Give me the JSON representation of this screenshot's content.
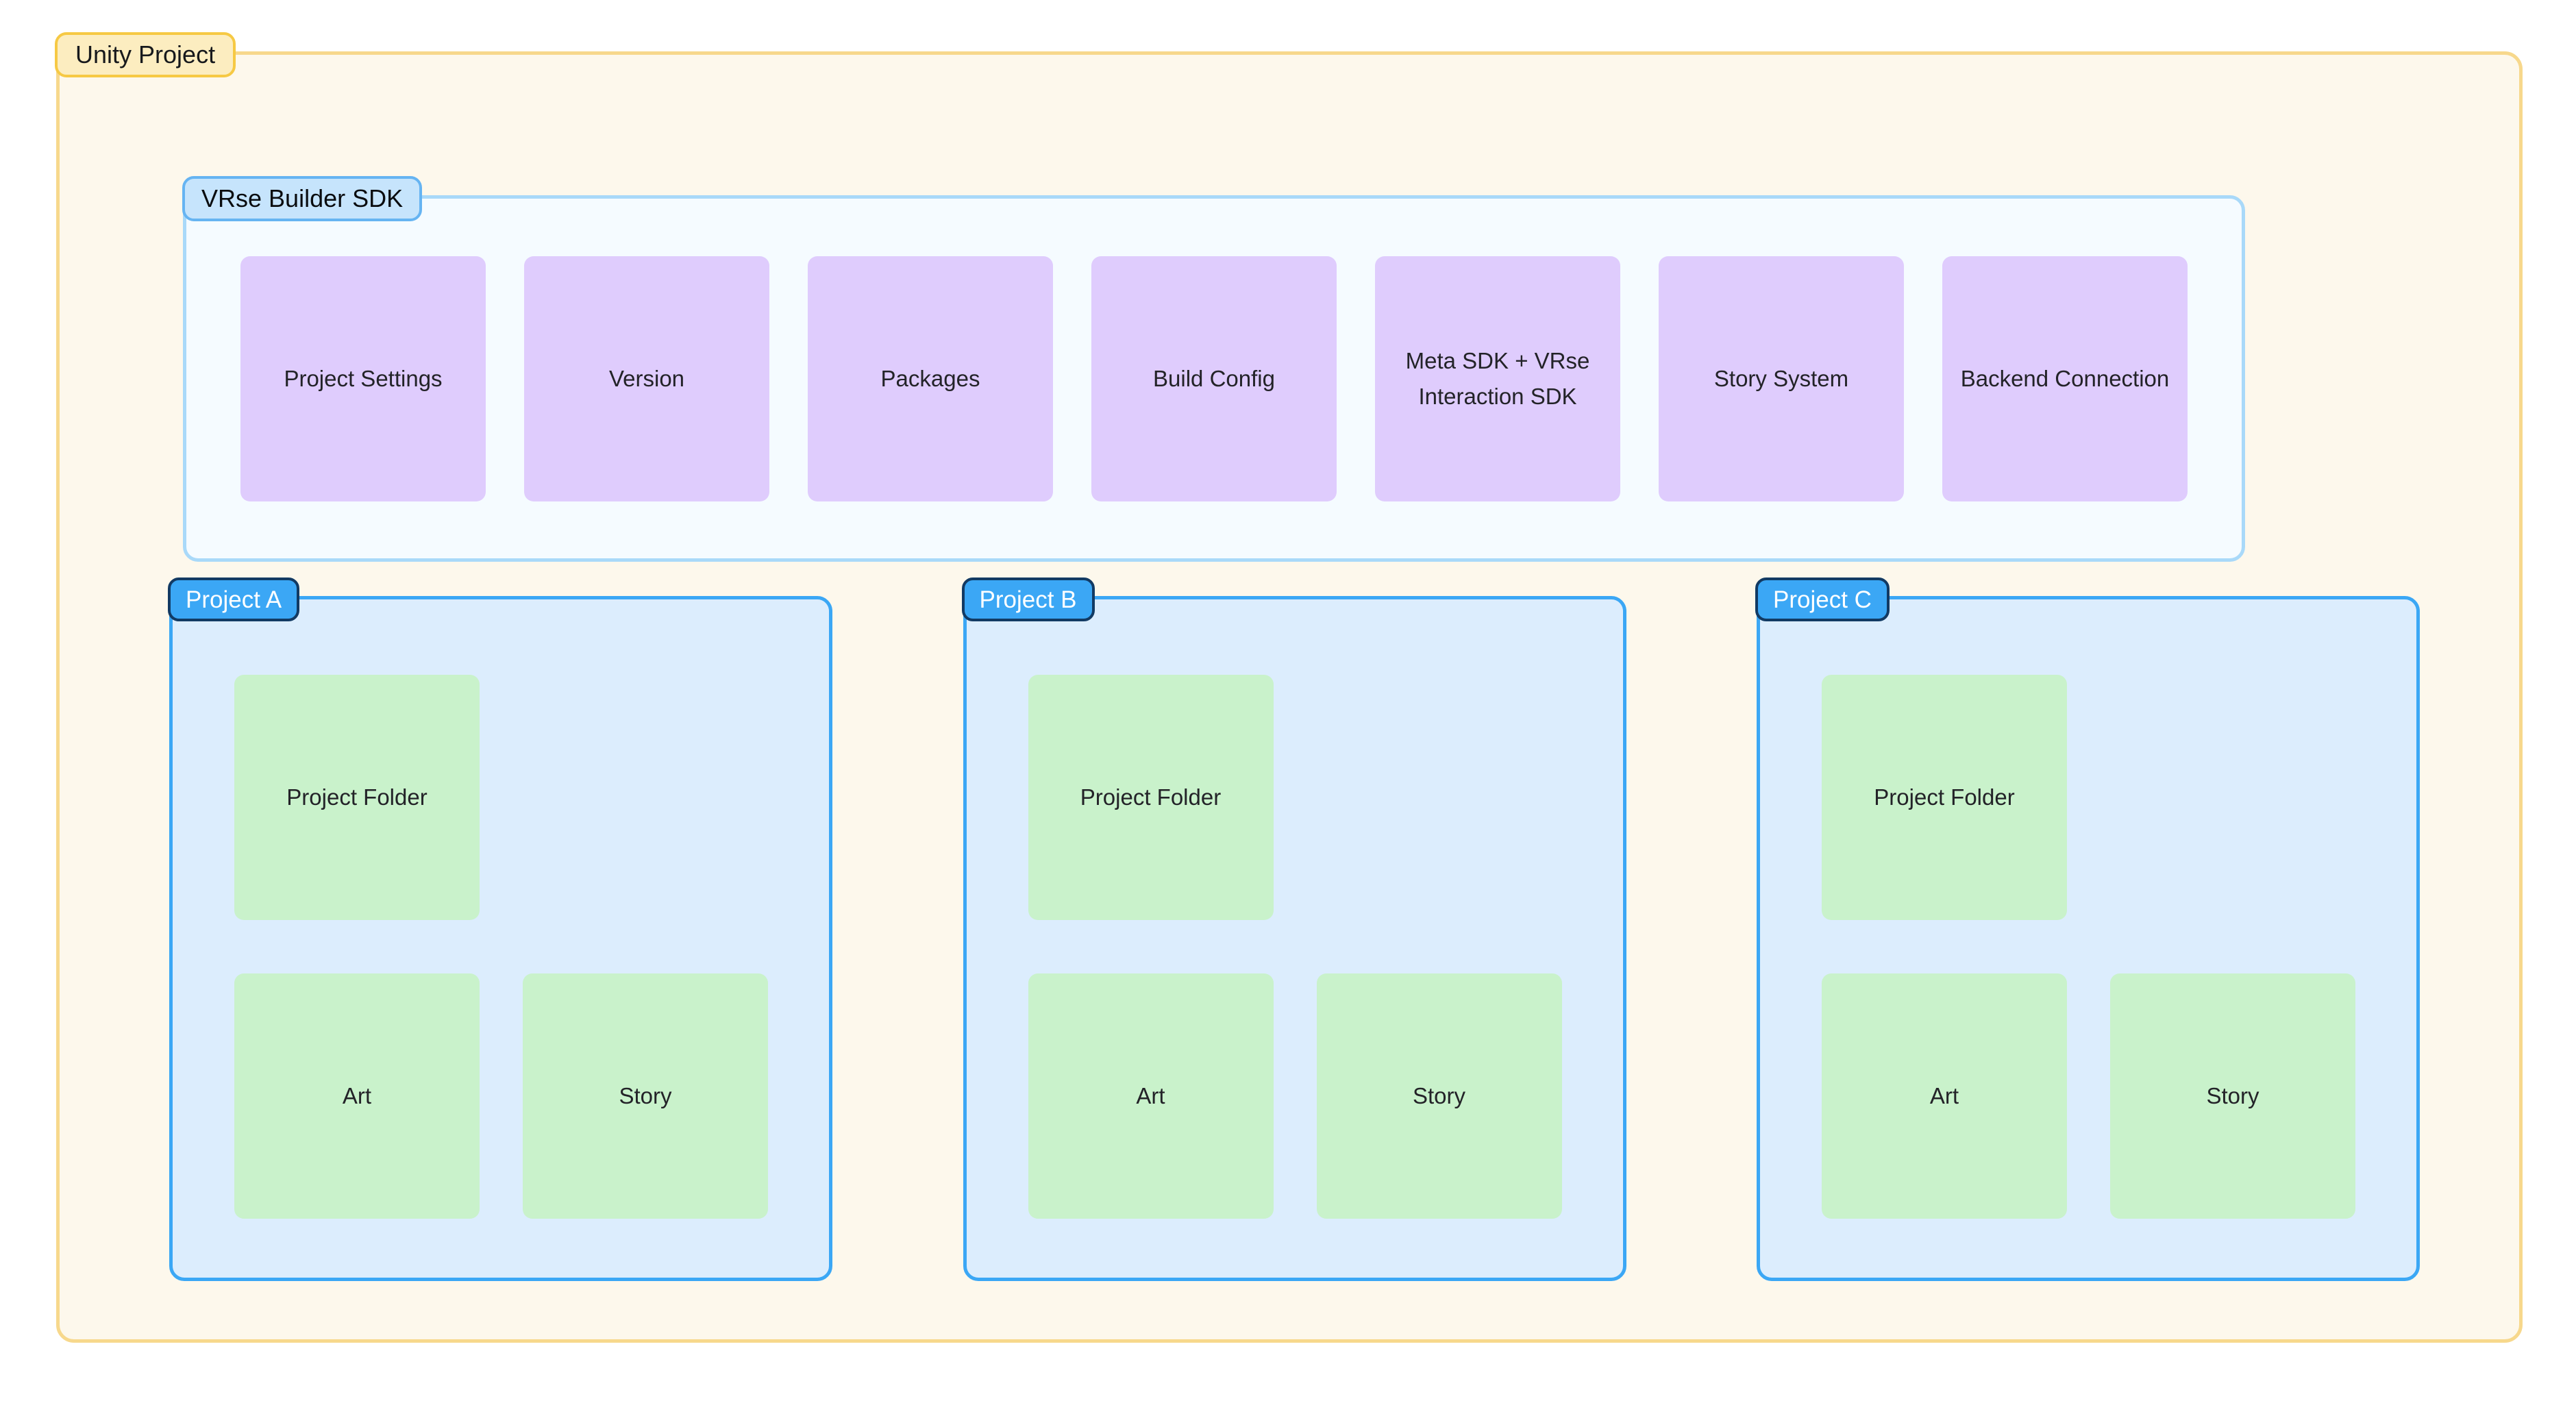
{
  "diagram": {
    "title": "Unity Project",
    "root": {
      "label": "Unity Project",
      "fill_color": "#FDF8EC",
      "border_color": "#F7D88C",
      "label_fill": "#FCEDC0",
      "label_border": "#F6C944"
    },
    "sdk_group": {
      "label": "VRse Builder SDK",
      "fill_color": "#F5FBFF",
      "border_color": "#A9D9F9",
      "label_fill": "#C6E4FC",
      "label_border": "#66B4F2",
      "card_color": "#DFCCFD",
      "modules": [
        {
          "label": "Project Settings"
        },
        {
          "label": "Version"
        },
        {
          "label": "Packages"
        },
        {
          "label": "Build Config"
        },
        {
          "label": "Meta SDK + VRse Interaction SDK"
        },
        {
          "label": "Story System"
        },
        {
          "label": "Backend Connection"
        }
      ]
    },
    "projects": {
      "fill_color": "#DCEDFD",
      "border_color": "#3BA7F5",
      "label_fill": "#3BA7F5",
      "label_border": "#123A63",
      "label_text_color": "#FFFFFF",
      "folder_color": "#C9F2CB",
      "items": [
        {
          "label": "Project A",
          "folders_top": [
            {
              "label": "Project Folder"
            }
          ],
          "folders_bottom": [
            {
              "label": "Art"
            },
            {
              "label": "Story"
            }
          ]
        },
        {
          "label": "Project B",
          "folders_top": [
            {
              "label": "Project Folder"
            }
          ],
          "folders_bottom": [
            {
              "label": "Art"
            },
            {
              "label": "Story"
            }
          ]
        },
        {
          "label": "Project C",
          "folders_top": [
            {
              "label": "Project Folder"
            }
          ],
          "folders_bottom": [
            {
              "label": "Art"
            },
            {
              "label": "Story"
            }
          ]
        }
      ]
    }
  }
}
